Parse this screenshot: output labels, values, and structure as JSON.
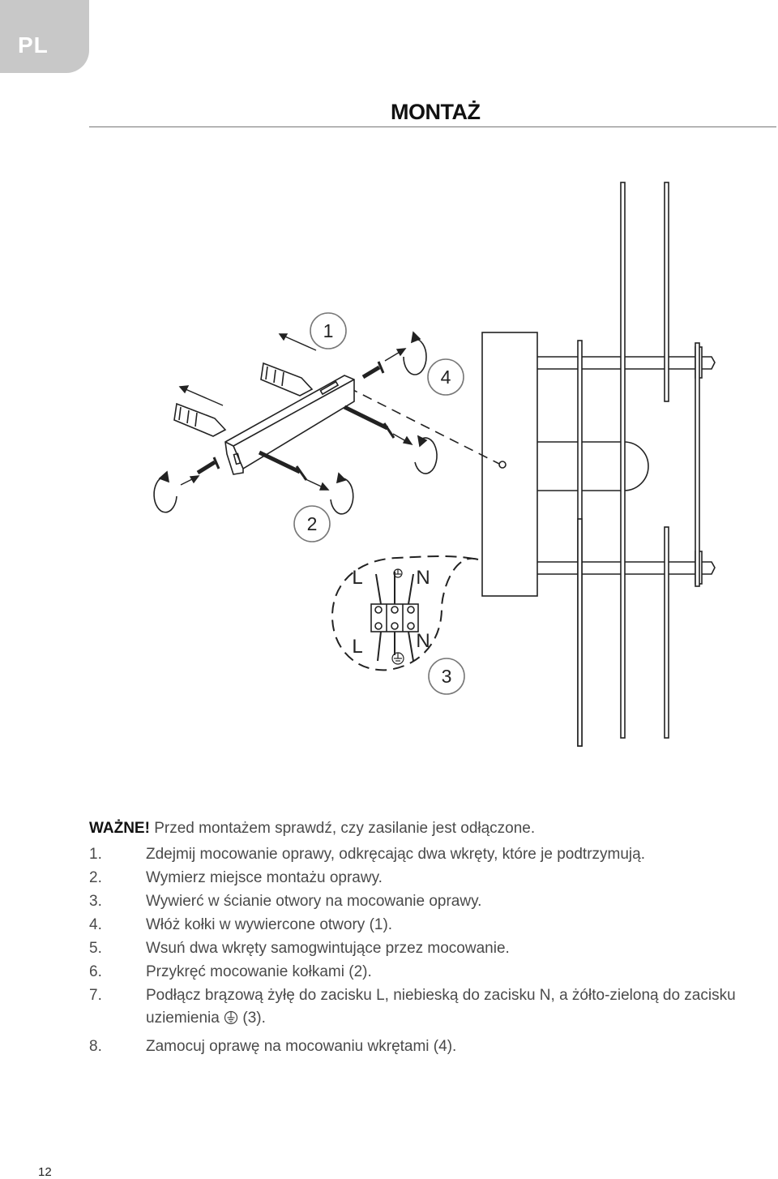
{
  "lang_tab": "PL",
  "title": "MONTAŻ",
  "diagram": {
    "callouts": [
      "1",
      "2",
      "3",
      "4"
    ],
    "terminals": {
      "live": "L",
      "neutral": "N"
    }
  },
  "warning": {
    "label": "WAŻNE!",
    "text": " Przed montażem sprawdź, czy zasilanie jest odłączone."
  },
  "steps": [
    {
      "num": "1.",
      "text": "Zdejmij mocowanie oprawy, odkręcając dwa wkręty, które je podtrzymują."
    },
    {
      "num": "2.",
      "text": "Wymierz miejsce montażu oprawy."
    },
    {
      "num": "3.",
      "text": "Wywierć w ścianie otwory na mocowanie oprawy."
    },
    {
      "num": "4.",
      "text": "Włóż kołki w wywiercone otwory (1)."
    },
    {
      "num": "5.",
      "text": "Wsuń dwa wkręty samogwintujące przez mocowanie."
    },
    {
      "num": "6.",
      "text": "Przykręć mocowanie kołkami (2)."
    },
    {
      "num": "7.",
      "text": "Podłącz brązową żyłę do zacisku L, niebieską do zacisku N, a żółto-zieloną do zacisku",
      "text2": "uziemienia",
      "text3": " (3)."
    },
    {
      "num": "8.",
      "text": "Zamocuj oprawę na mocowaniu wkrętami (4)."
    }
  ],
  "page_number": "12"
}
